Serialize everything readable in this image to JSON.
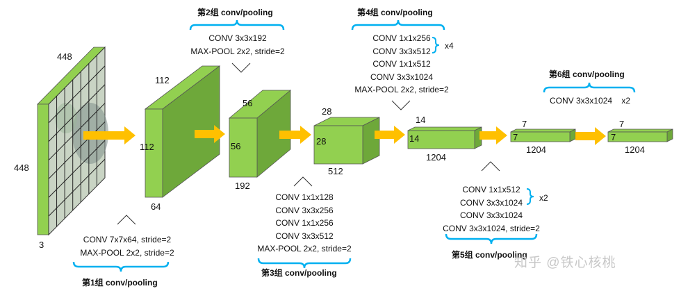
{
  "layers": [
    {
      "type": "image",
      "h": "448",
      "w": "448",
      "c": "3"
    },
    {
      "h": "112",
      "w": "112",
      "c": "64"
    },
    {
      "h": "56",
      "w": "56",
      "c": "192"
    },
    {
      "h": "28",
      "w": "28",
      "c": "512"
    },
    {
      "h": "14",
      "w": "14",
      "c": "1204"
    },
    {
      "h": "7",
      "w": "7",
      "c": "1204"
    },
    {
      "h": "7",
      "w": "7",
      "c": "1204"
    }
  ],
  "groups": [
    {
      "title": "第1组 conv/pooling",
      "lines": [
        "CONV 7x7x64, stride=2",
        "MAX-POOL 2x2, stride=2"
      ]
    },
    {
      "title": "第2组 conv/pooling",
      "lines": [
        "CONV 3x3x192",
        "MAX-POOL 2x2, stride=2"
      ]
    },
    {
      "title": "第3组 conv/pooling",
      "lines": [
        "CONV 1x1x128",
        "CONV 3x3x256",
        "CONV 1x1x256",
        "CONV 3x3x512",
        "MAX-POOL 2x2, stride=2"
      ]
    },
    {
      "title": "第4组 conv/pooling",
      "lines": [
        "CONV 1x1x256",
        "CONV 3x3x512",
        "CONV 1x1x512",
        "CONV 3x3x1024",
        "MAX-POOL 2x2, stride=2"
      ],
      "repeat": "x4"
    },
    {
      "title": "第5组 conv/pooling",
      "lines": [
        "CONV 1x1x512",
        "CONV 3x3x1024",
        "CONV 3x3x1024",
        "CONV 3x3x1024, stride=2"
      ],
      "repeat": "x2"
    },
    {
      "title": "第6组 conv/pooling",
      "lines": [
        "CONV 3x3x1024    x2"
      ]
    }
  ],
  "watermark": "知乎 @铁心核桃",
  "colors": {
    "block": "#92d050",
    "block_side": "#6ea83a",
    "arrow": "#ffc000",
    "brace": "#00b0f0",
    "grid_cell": "#d9d9d9"
  }
}
